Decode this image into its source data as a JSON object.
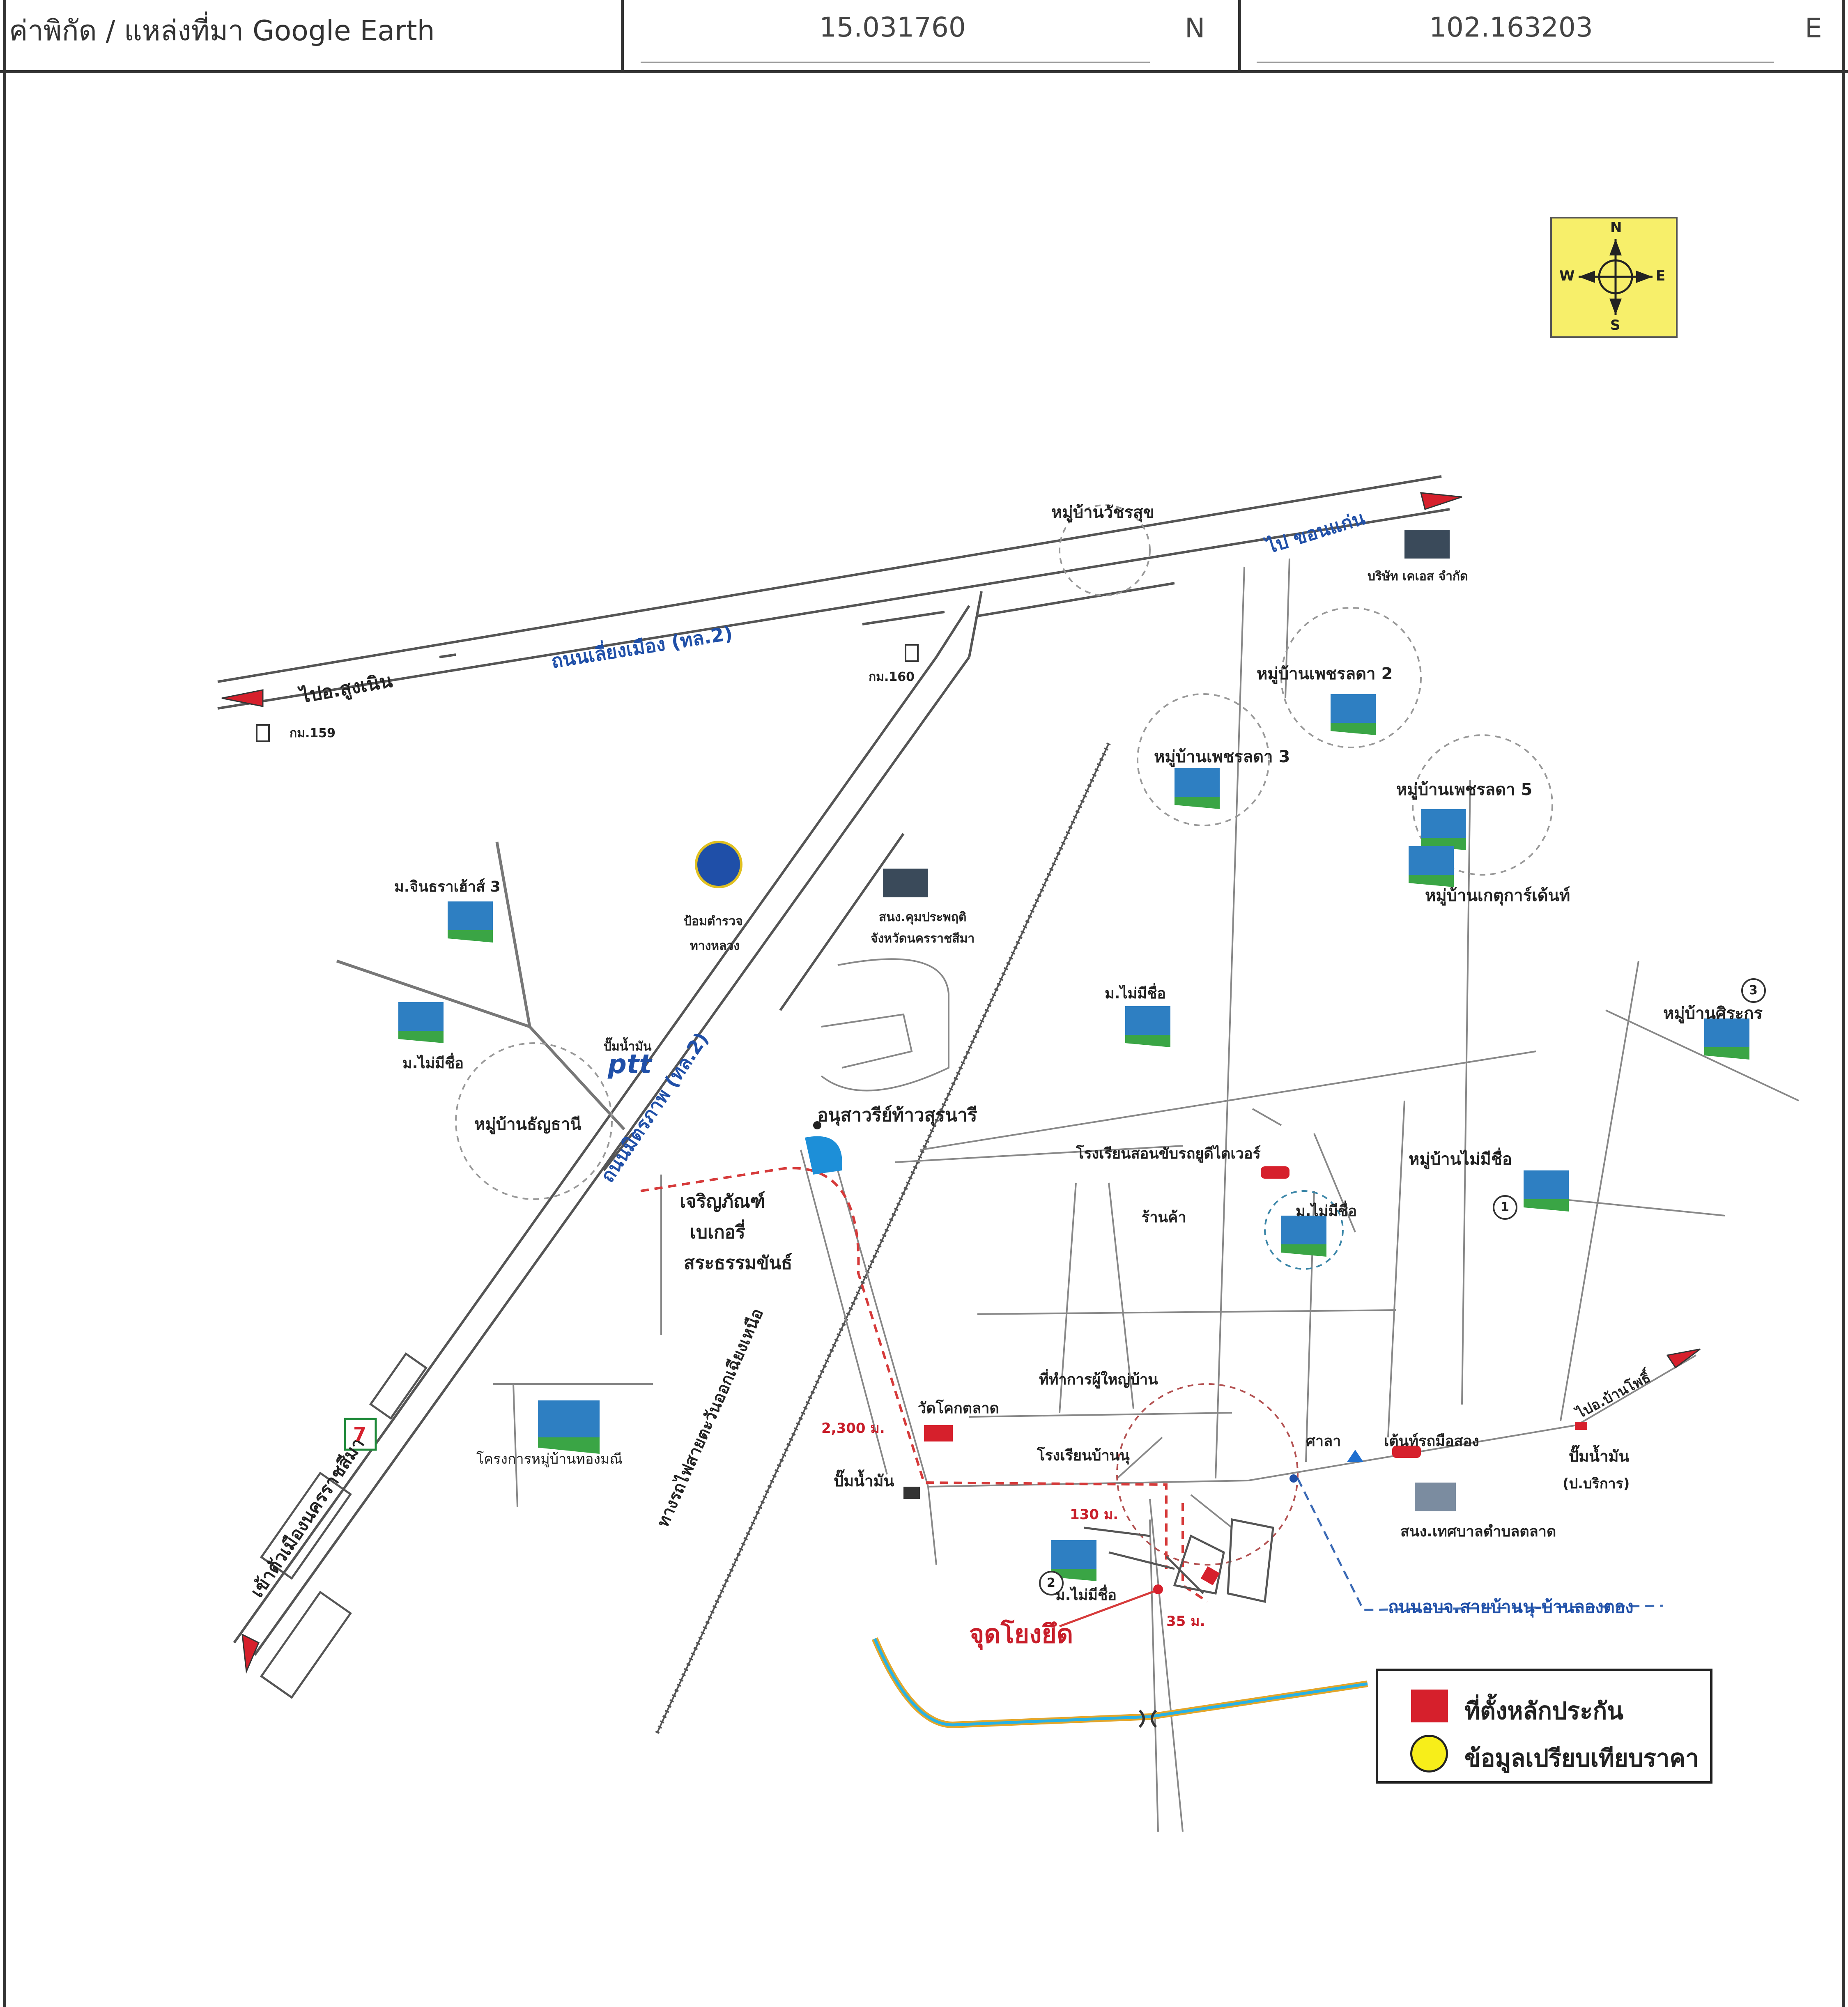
{
  "header": {
    "label": "ค่าพิกัด / แหล่งที่มา Google Earth",
    "latitude": "15.031760",
    "lat_unit": "N",
    "longitude": "102.163203",
    "lon_unit": "E"
  },
  "compass": {
    "n": "N",
    "s": "S",
    "e": "E",
    "w": "W"
  },
  "labels": {
    "road_main": "ถนนเลี่ยงเมือง (ทล.2)",
    "to_sung_noen": "ไปอ.สูงเนิน",
    "to_khon_kaen": "ไป ขอนแก่น",
    "km159": "กม.159",
    "km160": "กม.160",
    "road_mittraphap": "ถนนมิตรภาพ (ทล.2)",
    "to_city": "เข้าตัวเมืองนครราชสีมา",
    "railway": "ทางรถไฟสายตะวันออกเฉียงเหนือ",
    "road_local": "ถนนอบจ.สายบ้านนุ-บ้านลองตอง",
    "to_ban_pho": "ไปอ.บ้านโพธิ์",
    "v_watcharasuk": "หมู่บ้านวัชรสุข",
    "company_kes": "บริษัท เคเอส จำกัด",
    "v_petchlada2": "หมู่บ้านเพชรลดา 2",
    "v_petchlada3": "หมู่บ้านเพชรลดา 3",
    "v_petchlada5": "หมู่บ้านเพชรลดา 5",
    "v_kaset": "หมู่บ้านเกตุการ์เด้นท์",
    "v_sirakorn": "หมู่บ้านศิระกร",
    "v_chinthara": "ม.จินธราเฮ้าส์ 3",
    "police_box": "ป้อมตำรวจ",
    "police_box2": "ทางหลวง",
    "sanong": "สนง.คุมประพฤติ",
    "sanong2": "จังหวัดนครราชสีมา",
    "no_name1": "ม.ไม่มีชื่อ",
    "no_name2": "ม.ไม่มีชื่อ",
    "no_name3": "ม.ไม่มีชื่อ",
    "no_name4": "ม.ไม่มีชื่อ",
    "v_no_name": "หมู่บ้านไม่มีชื่อ",
    "ptt_pump": "ปั๊มน้ำมัน",
    "ptt_logo": "ptt",
    "v_thanyathani": "หมู่บ้านธัญธานี",
    "monument": "อนุสาวรีย์ท้าวสุรนารี",
    "bakery1": "เจริญภัณฑ์",
    "bakery2": "เบเกอรี่",
    "bakery3": "สระธรรมขันธ์",
    "driving_school": "โรงเรียนสอนขับรถยูดีไดเวอร์",
    "shop": "ร้านค้า",
    "village_head": "ที่ทำการผู้ใหญ่บ้าน",
    "wat": "วัดโคกตลาด",
    "school": "โรงเรียนบ้านนุ",
    "pump2": "ปั๊มน้ำมัน",
    "sala": "ศาลา",
    "tent": "เต้นท์รถมือสอง",
    "pump3": "ปั๊มน้ำมัน",
    "pump3b": "(ป.บริการ)",
    "municipal": "สนง.เทศบาลตำบลตลาด",
    "project_thongmani": "โครงการหมู่บ้านทองมณี",
    "dist_2300": "2,300 ม.",
    "dist_130": "130 ม.",
    "dist_35": "35 ม.",
    "target": "จุดโยงยึด",
    "num1": "1",
    "num2": "2",
    "num3": "3",
    "seven": "7"
  },
  "legend": {
    "collateral": "ที่ตั้งหลักประกัน",
    "comparison": "ข้อมูลเปรียบเทียบราคา"
  },
  "colors": {
    "road": "#555555",
    "route": "#d63a3a",
    "accent_blue": "#1f4fa8",
    "collateral_red": "#d6202c",
    "comparison_yellow": "#f7ee1a",
    "compass_bg": "#f7ef6a"
  }
}
